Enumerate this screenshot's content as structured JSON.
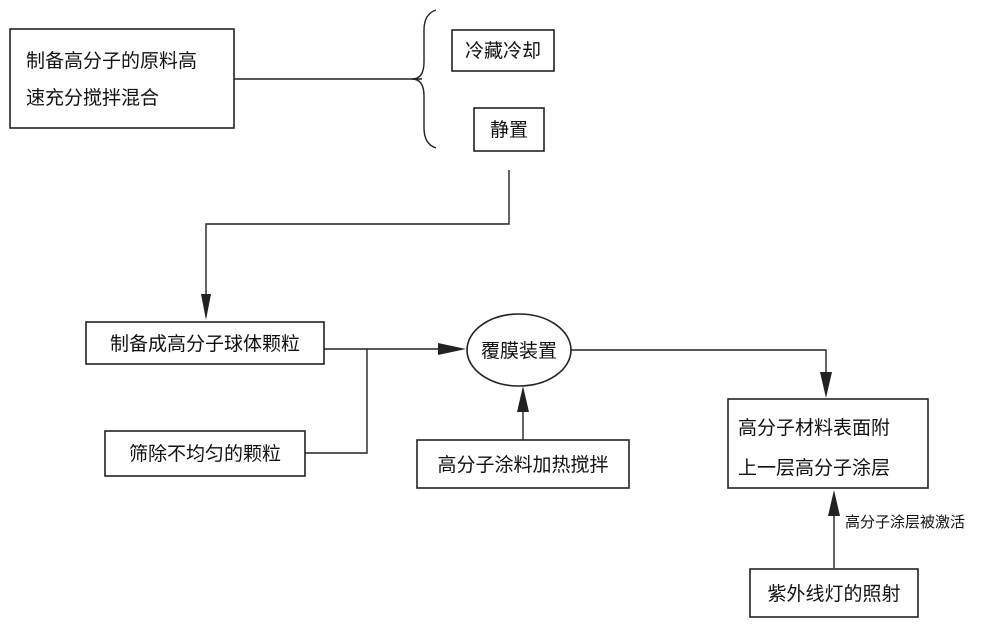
{
  "nodes": {
    "raw_mix": {
      "lines": [
        "制备高分子的原料高",
        "速充分搅拌混合"
      ]
    },
    "refrigerate": {
      "label": "冷藏冷却"
    },
    "stand": {
      "label": "静置"
    },
    "particles": {
      "label": "制备成高分子球体颗粒"
    },
    "sieve": {
      "label": "筛除不均匀的颗粒"
    },
    "coating_device": {
      "label": "覆膜装置"
    },
    "coating_heat": {
      "label": "高分子涂料加热搅拌"
    },
    "surface_coat": {
      "lines": [
        "高分子材料表面附",
        "上一层高分子涂层"
      ]
    },
    "uv_lamp": {
      "label": "紫外线灯的照射"
    }
  },
  "edges": {
    "activation": {
      "label": "高分子涂层被激活"
    }
  },
  "colors": {
    "stroke": "#222222",
    "text": "#111111",
    "background": "#ffffff"
  }
}
